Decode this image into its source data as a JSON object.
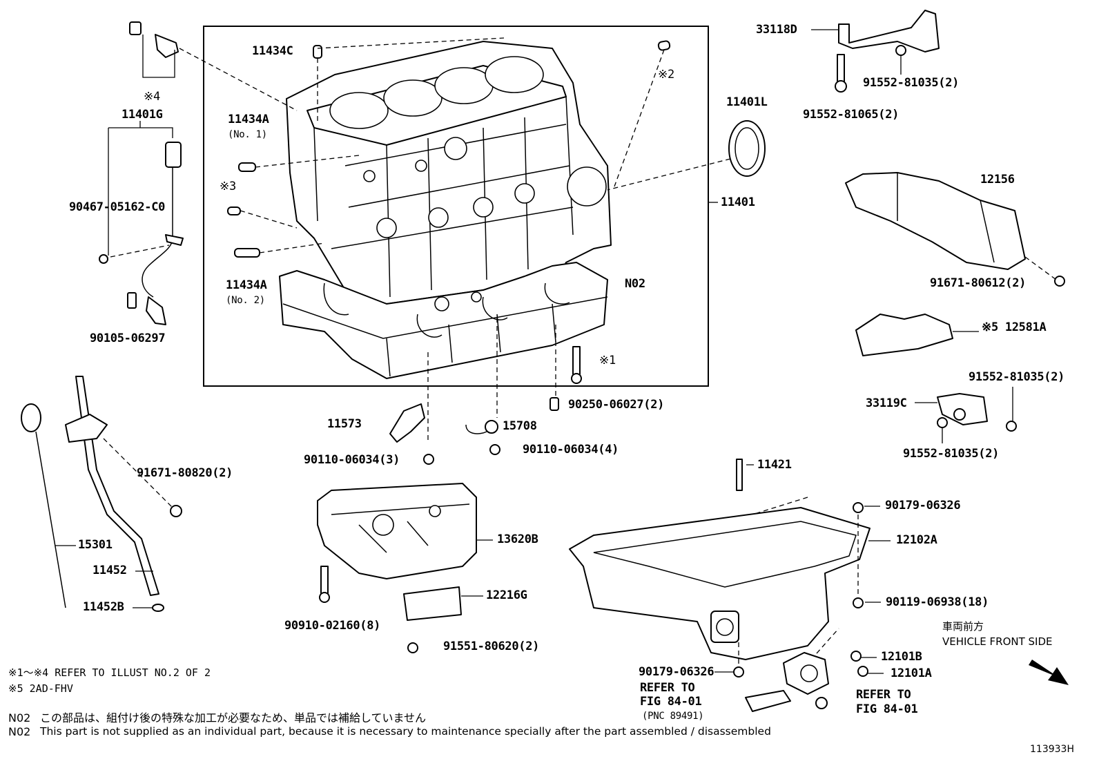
{
  "labels": {
    "p11434C": "11434C",
    "p11434A_1": "11434A",
    "p11434A_1_sub": "(No. 1)",
    "p11434A_2": "11434A",
    "p11434A_2_sub": "(No. 2)",
    "mark3": "※3",
    "mark2": "※2",
    "mark4": "※4",
    "mark1": "※1",
    "p11401G": "11401G",
    "p90467": "90467-05162-C0",
    "p90105": "90105-06297",
    "p11401L": "11401L",
    "p11401": "11401",
    "pN02": "N02",
    "p33118D": "33118D",
    "p91552_81035_top": "91552-81035(2)",
    "p91552_81065": "91552-81065(2)",
    "p12156": "12156",
    "p91671_80612": "91671-80612(2)",
    "p12581A": "※5 12581A",
    "p91552_81035_mid": "91552-81035(2)",
    "p33119C": "33119C",
    "p91552_81035_low": "91552-81035(2)",
    "p90250": "90250-06027(2)",
    "p11573": "11573",
    "p15708": "15708",
    "p90110_3": "90110-06034(3)",
    "p90110_4": "90110-06034(4)",
    "p91671_80820": "91671-80820(2)",
    "p15301": "15301",
    "p11452": "11452",
    "p11452B": "11452B",
    "p13620B": "13620B",
    "p12216G": "12216G",
    "p90910": "90910-02160(8)",
    "p91551": "91551-80620(2)",
    "p11421": "11421",
    "p90179_top": "90179-06326",
    "p12102A": "12102A",
    "p90119": "90119-06938(18)",
    "p12101B": "12101B",
    "p12101A": "12101A",
    "p90179_low": "90179-06326",
    "refer1_a": "REFER TO",
    "refer1_b": "FIG 84-01",
    "refer1_c": "(PNC 89491)",
    "refer2_a": "REFER TO",
    "refer2_b": "FIG 84-01"
  },
  "direction": {
    "jp": "車両前方",
    "en": "VEHICLE FRONT SIDE"
  },
  "notes": {
    "n1": "※1～※4 REFER TO ILLUST NO.2 OF 2",
    "n2": "※5 2AD-FHV",
    "n3_code": "N02",
    "n3_text": "この部品は、組付け後の特殊な加工が必要なため、単品では補給していません",
    "n4_code": "N02",
    "n4_text": "This part is not supplied as an individual part, because it is necessary to maintenance specially after the part assembled / disassembled"
  },
  "figure_id": "113933H"
}
